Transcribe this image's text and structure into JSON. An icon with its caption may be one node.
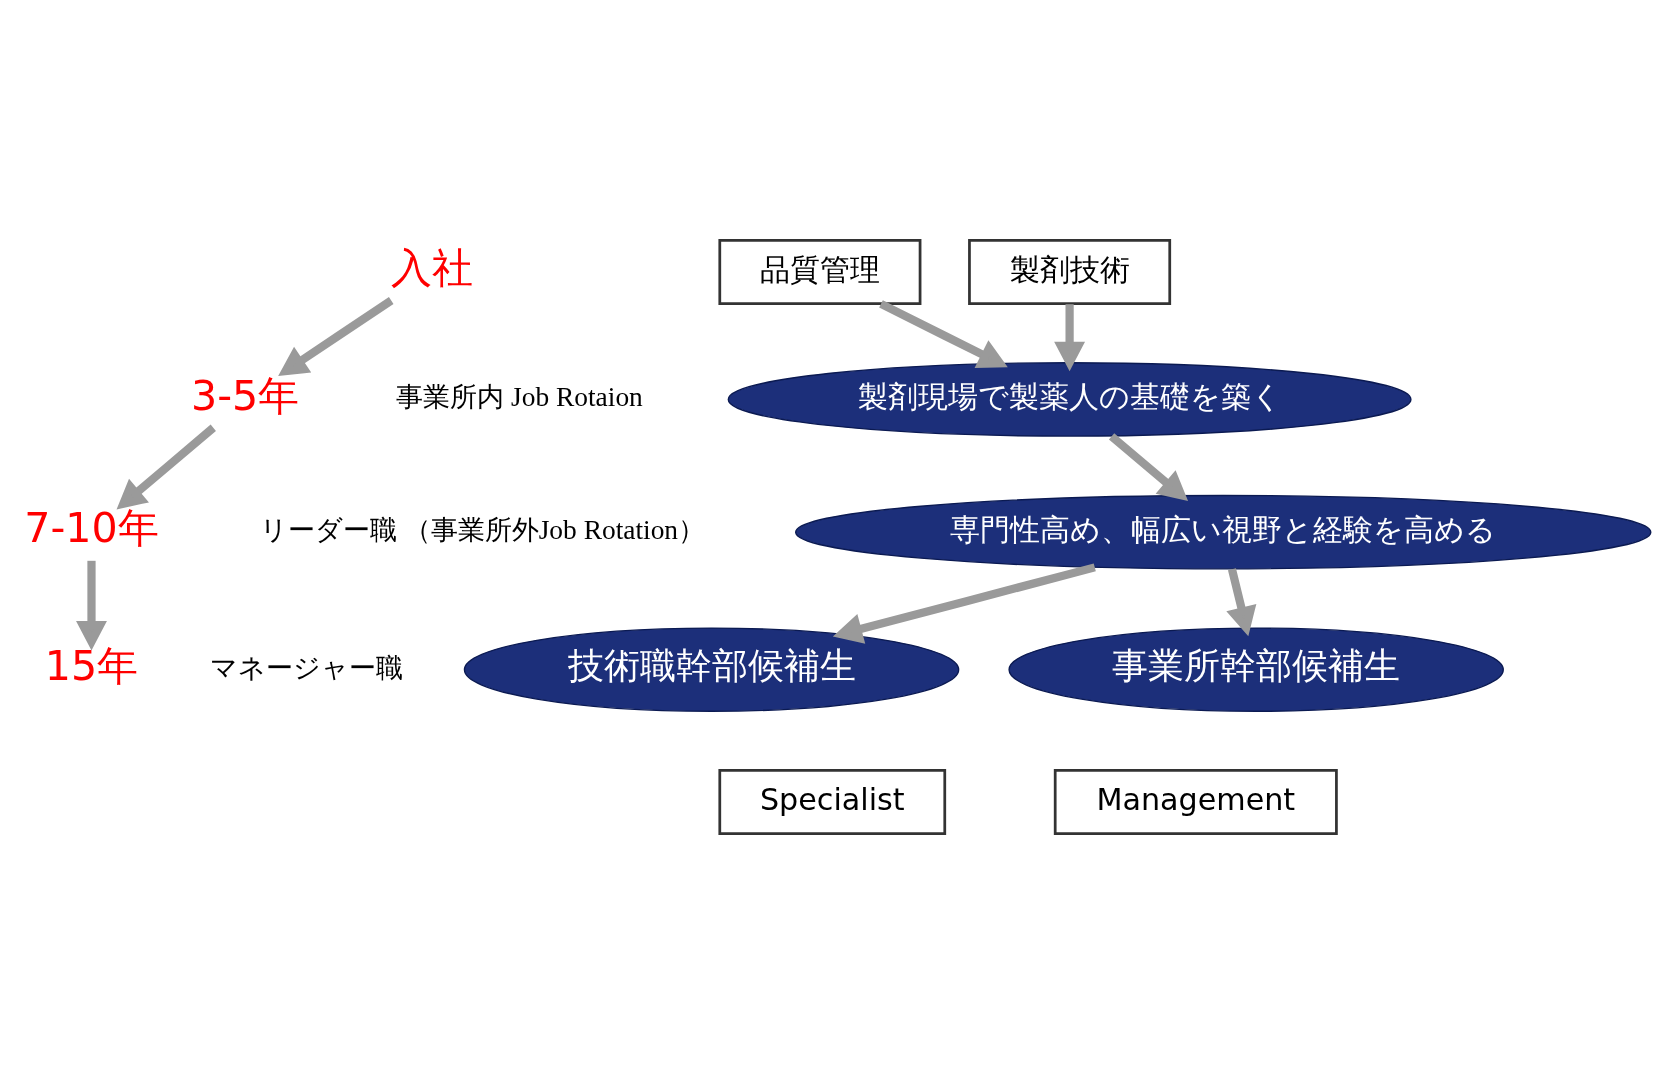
{
  "diagram": {
    "nodes": [
      {
        "text": [
          "入社"
        ]
      },
      {
        "text": [
          "3-5年"
        ]
      },
      {
        "text": [
          "7-10年"
        ]
      },
      {
        "text": [
          "15年"
        ]
      },
      {
        "text": [
          "品質管理"
        ]
      },
      {
        "text": [
          "製剤技術"
        ]
      },
      {
        "text": [
          "製剤現場で製薬人の基礎を築く"
        ]
      },
      {
        "text": [
          "専門性高め、幅広い視野と経験を高める"
        ]
      },
      {
        "text": [
          "技術職幹部候補生"
        ]
      },
      {
        "text": [
          "事業所幹部候補生"
        ]
      },
      {
        "text": [
          "Specialist"
        ]
      },
      {
        "text": [
          "Management"
        ]
      }
    ],
    "edges": [
      {
        "from": 0,
        "to": 1,
        "arrow": "to"
      },
      {
        "from": 1,
        "to": 2,
        "arrow": "to"
      },
      {
        "from": 2,
        "to": 3,
        "arrow": "to"
      },
      {
        "from": 4,
        "to": 6,
        "arrow": "to"
      },
      {
        "from": 5,
        "to": 6,
        "arrow": "to"
      },
      {
        "from": 6,
        "to": 7,
        "arrow": "to"
      },
      {
        "from": 7,
        "to": 8,
        "arrow": "to"
      },
      {
        "from": 7,
        "to": 9,
        "arrow": "to"
      }
    ],
    "labels": [
      "事業所内 Job Rotaion",
      "リーダー職 （事業所外Job Rotation）",
      "マネージャー職"
    ]
  }
}
